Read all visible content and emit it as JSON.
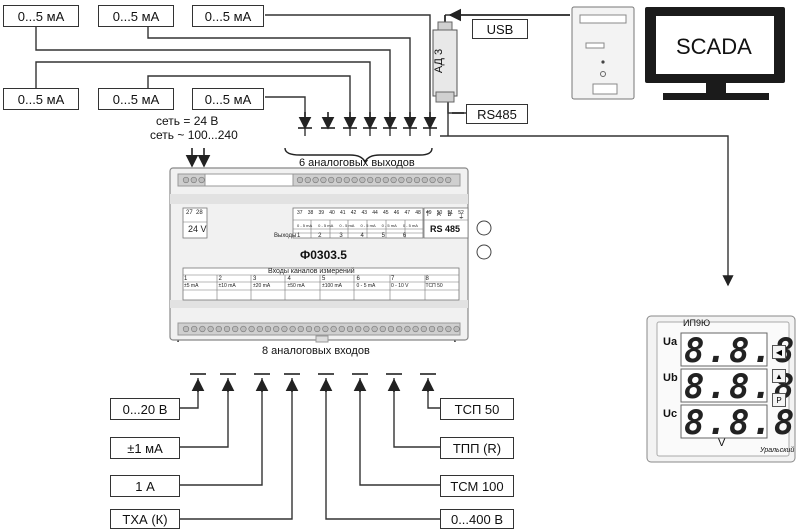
{
  "top_outputs": [
    "0...5 мА",
    "0...5 мА",
    "0...5 мА"
  ],
  "mid_outputs": [
    "0...5 мА",
    "0...5 мА",
    "0...5 мА"
  ],
  "power": {
    "dc": "сеть = 24 В",
    "ac": "сеть ~ 100...240"
  },
  "outputs_caption": "6 аналоговых выходов",
  "inputs_caption": "8 аналоговых входов",
  "converter": {
    "name": "АД 3",
    "usb": "USB",
    "rs485": "RS485"
  },
  "scada": "SCADA",
  "device": {
    "name": "Ф0303.5",
    "supply_v": "24 V",
    "outputs_row_label": "Выходы",
    "rs485_label": "RS 485",
    "inputs_title": "Входы каналов измерений",
    "channels": [
      "1",
      "2",
      "3",
      "4",
      "5",
      "6",
      "7",
      "8"
    ],
    "ranges": [
      "±5 mA",
      "±10 mA",
      "±20 mA",
      "±50 mA",
      "±100 mA",
      "0 - 5 mA",
      "0 - 10 V",
      "ТСП 50"
    ],
    "top_terminals": [
      "27",
      "28",
      "37",
      "38",
      "39",
      "40",
      "41",
      "42",
      "43",
      "44",
      "45",
      "46",
      "47",
      "48",
      "49",
      "50",
      "51",
      "52"
    ],
    "output_nums": [
      "1",
      "2",
      "3",
      "4",
      "5",
      "6"
    ],
    "output_range": "0 - 5 mA",
    "rs_pins": [
      "T",
      "A",
      "B",
      "⏚"
    ]
  },
  "left_inputs": [
    "0...20 В",
    "±1 мА",
    "1 А",
    "ТХА (К)"
  ],
  "right_inputs": [
    "ТСП 50",
    "ТПП (R)",
    "ТСМ 100",
    "0...400 В"
  ],
  "panel": {
    "title": "ИП9Ю",
    "rows": [
      "Ua",
      "Ub",
      "Uc"
    ],
    "display": "8.8.8.8",
    "unit": "V",
    "buttons": [
      "◀",
      "▲",
      "P"
    ],
    "signature": "Уральский"
  }
}
